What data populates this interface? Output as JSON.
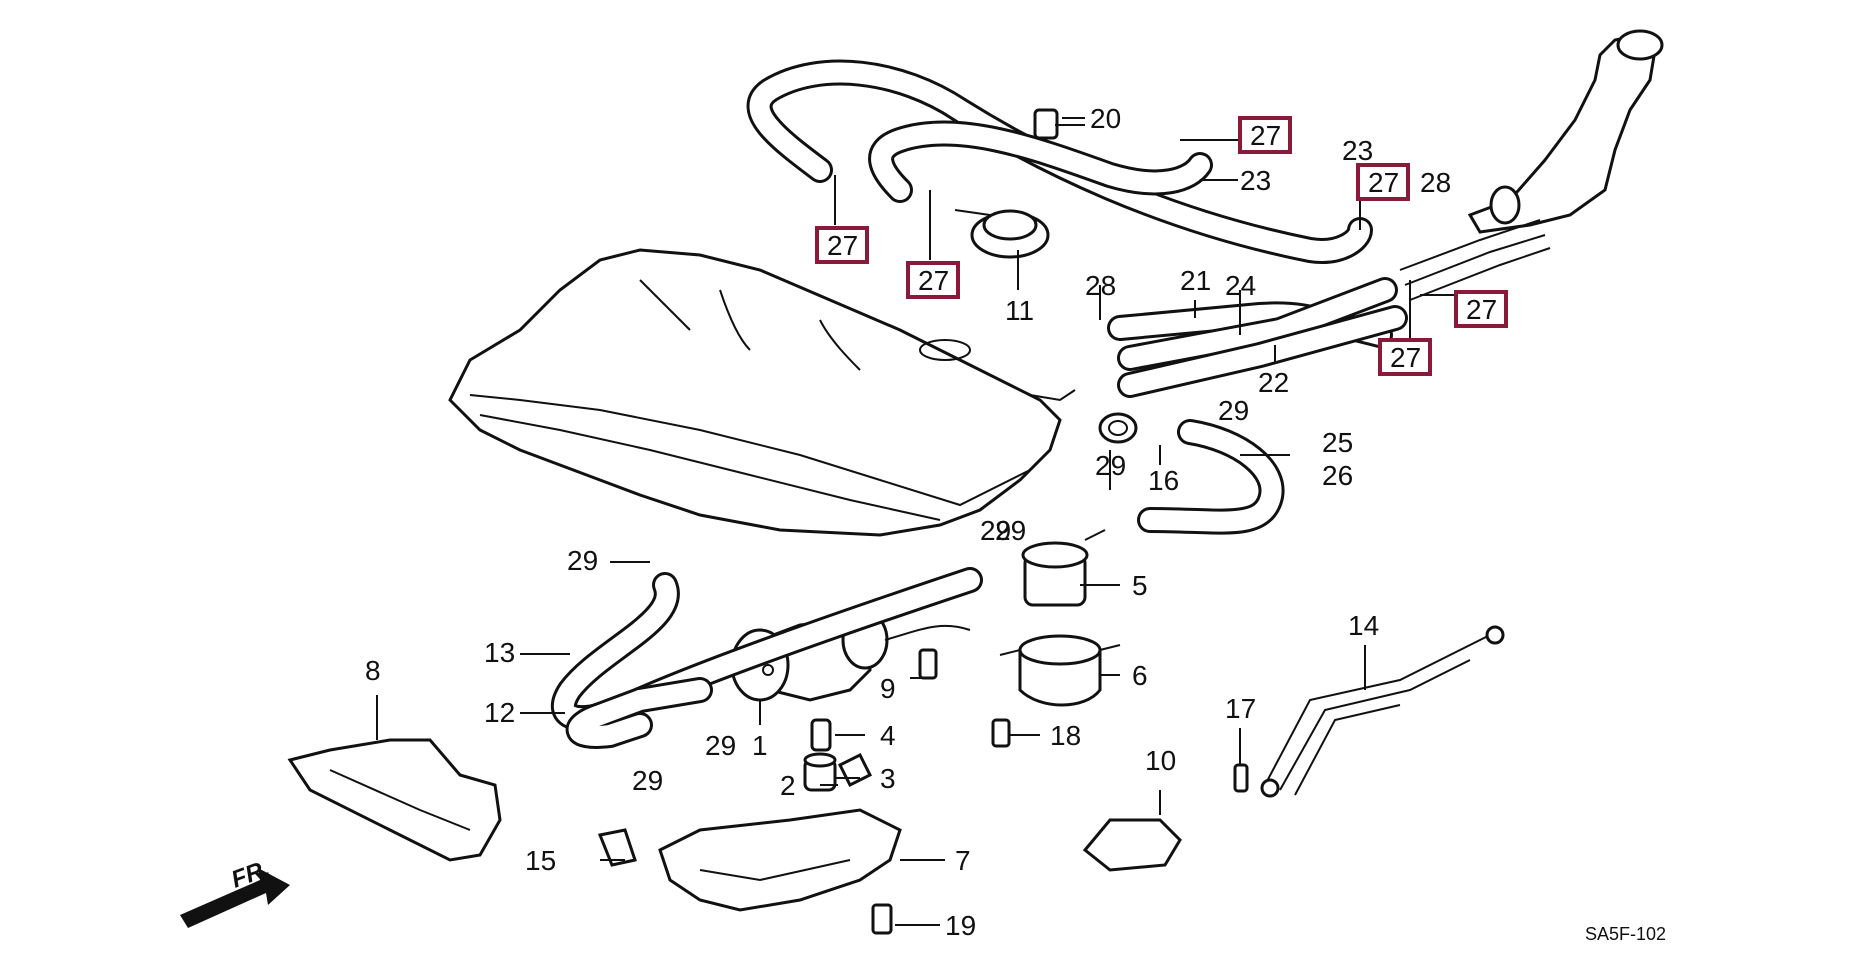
{
  "diagram": {
    "code": "SA5F-102",
    "front_label": "FR.",
    "boxed_color": "#8b1a3a",
    "labels": {
      "p1": "1",
      "p2": "2",
      "p3": "3",
      "p4": "4",
      "p5": "5",
      "p6": "6",
      "p7": "7",
      "p8": "8",
      "p9": "9",
      "p10": "10",
      "p11": "11",
      "p12": "12",
      "p13": "13",
      "p14": "14",
      "p15": "15",
      "p16": "16",
      "p17": "17",
      "p18": "18",
      "p19": "19",
      "p20": "20",
      "p21": "21",
      "p22": "22",
      "p23a": "23",
      "p23b": "23",
      "p24": "24",
      "p25": "25",
      "p26": "26",
      "p28a": "28",
      "p28b": "28",
      "p29a": "29",
      "p29b": "29",
      "p29c": "29",
      "p29d": "29",
      "p29e": "29",
      "p29f": "29",
      "p29g": "29"
    },
    "boxed": {
      "b1": "27",
      "b2": "27",
      "b3": "27",
      "b4": "27",
      "b5": "27",
      "b6": "27"
    }
  }
}
